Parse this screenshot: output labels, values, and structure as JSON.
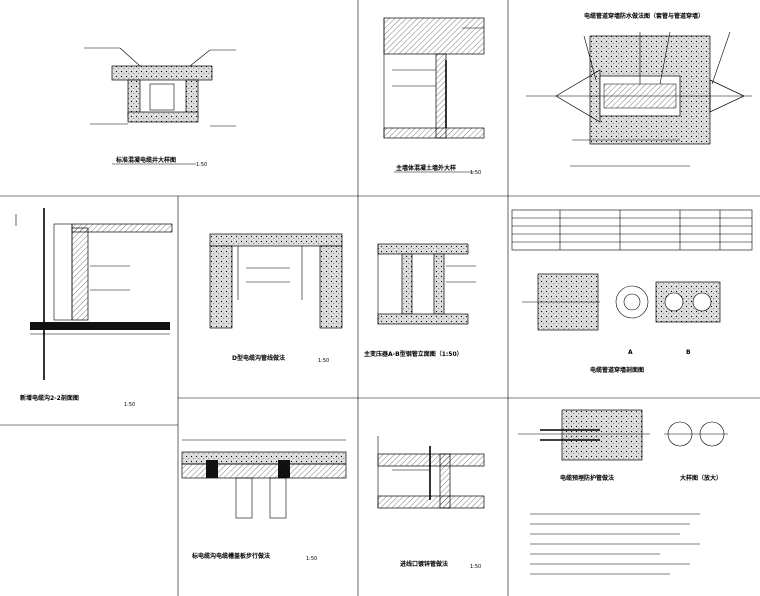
{
  "sheet": {
    "title": "",
    "background": "#ffffff",
    "line_color": "#000000"
  },
  "panels": [
    {
      "id": "p1",
      "caption": "标准混凝电缆井大样图",
      "scale": "1:50"
    },
    {
      "id": "p2",
      "caption": "主墙体混凝土墙外大样",
      "scale": "1:50"
    },
    {
      "id": "p3",
      "caption": "电缆管道穿墙防水做法图（套管与管道穿墙）",
      "scale": ""
    },
    {
      "id": "p4",
      "caption": "新增电缆沟2-2剖面图",
      "scale": "1:50"
    },
    {
      "id": "p5",
      "caption": "D型电缆沟管线做法",
      "scale": "1:50"
    },
    {
      "id": "p6",
      "caption": "主变压器A-B型钢管立面图（1:50）",
      "scale": ""
    },
    {
      "id": "p7",
      "caption": "电缆管道穿墙剖面图",
      "scale": ""
    },
    {
      "id": "p8",
      "caption": "标电缆沟电缆槽盖板步行做法",
      "scale": "1:50"
    },
    {
      "id": "p9",
      "caption": "进线口镀锌管做法",
      "scale": "1:50"
    },
    {
      "id": "p10",
      "caption": "电缆预埋防护管做法",
      "scale": ""
    },
    {
      "id": "p11",
      "caption": "大样图（放大）",
      "scale": ""
    }
  ],
  "markers": {
    "section_a": "A",
    "section_b": "B"
  }
}
